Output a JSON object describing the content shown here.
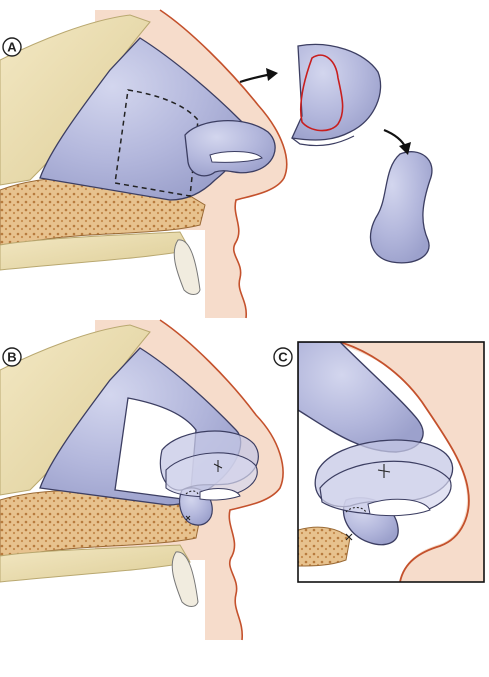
{
  "panels": {
    "a": {
      "label": "A"
    },
    "b": {
      "label": "B"
    },
    "c": {
      "label": "C"
    }
  },
  "colors": {
    "skin": "#f6dccb",
    "skin_outline": "#c4512c",
    "bone": "#efe2b8",
    "bone_shadow": "#d6c58c",
    "cancellous": "#d9a76a",
    "cartilage": "#b4b8dc",
    "cartilage_outline": "#3c3e62",
    "graft_outline_red": "#c81e1e",
    "arrow": "#111111",
    "inset_border": "#111111"
  }
}
